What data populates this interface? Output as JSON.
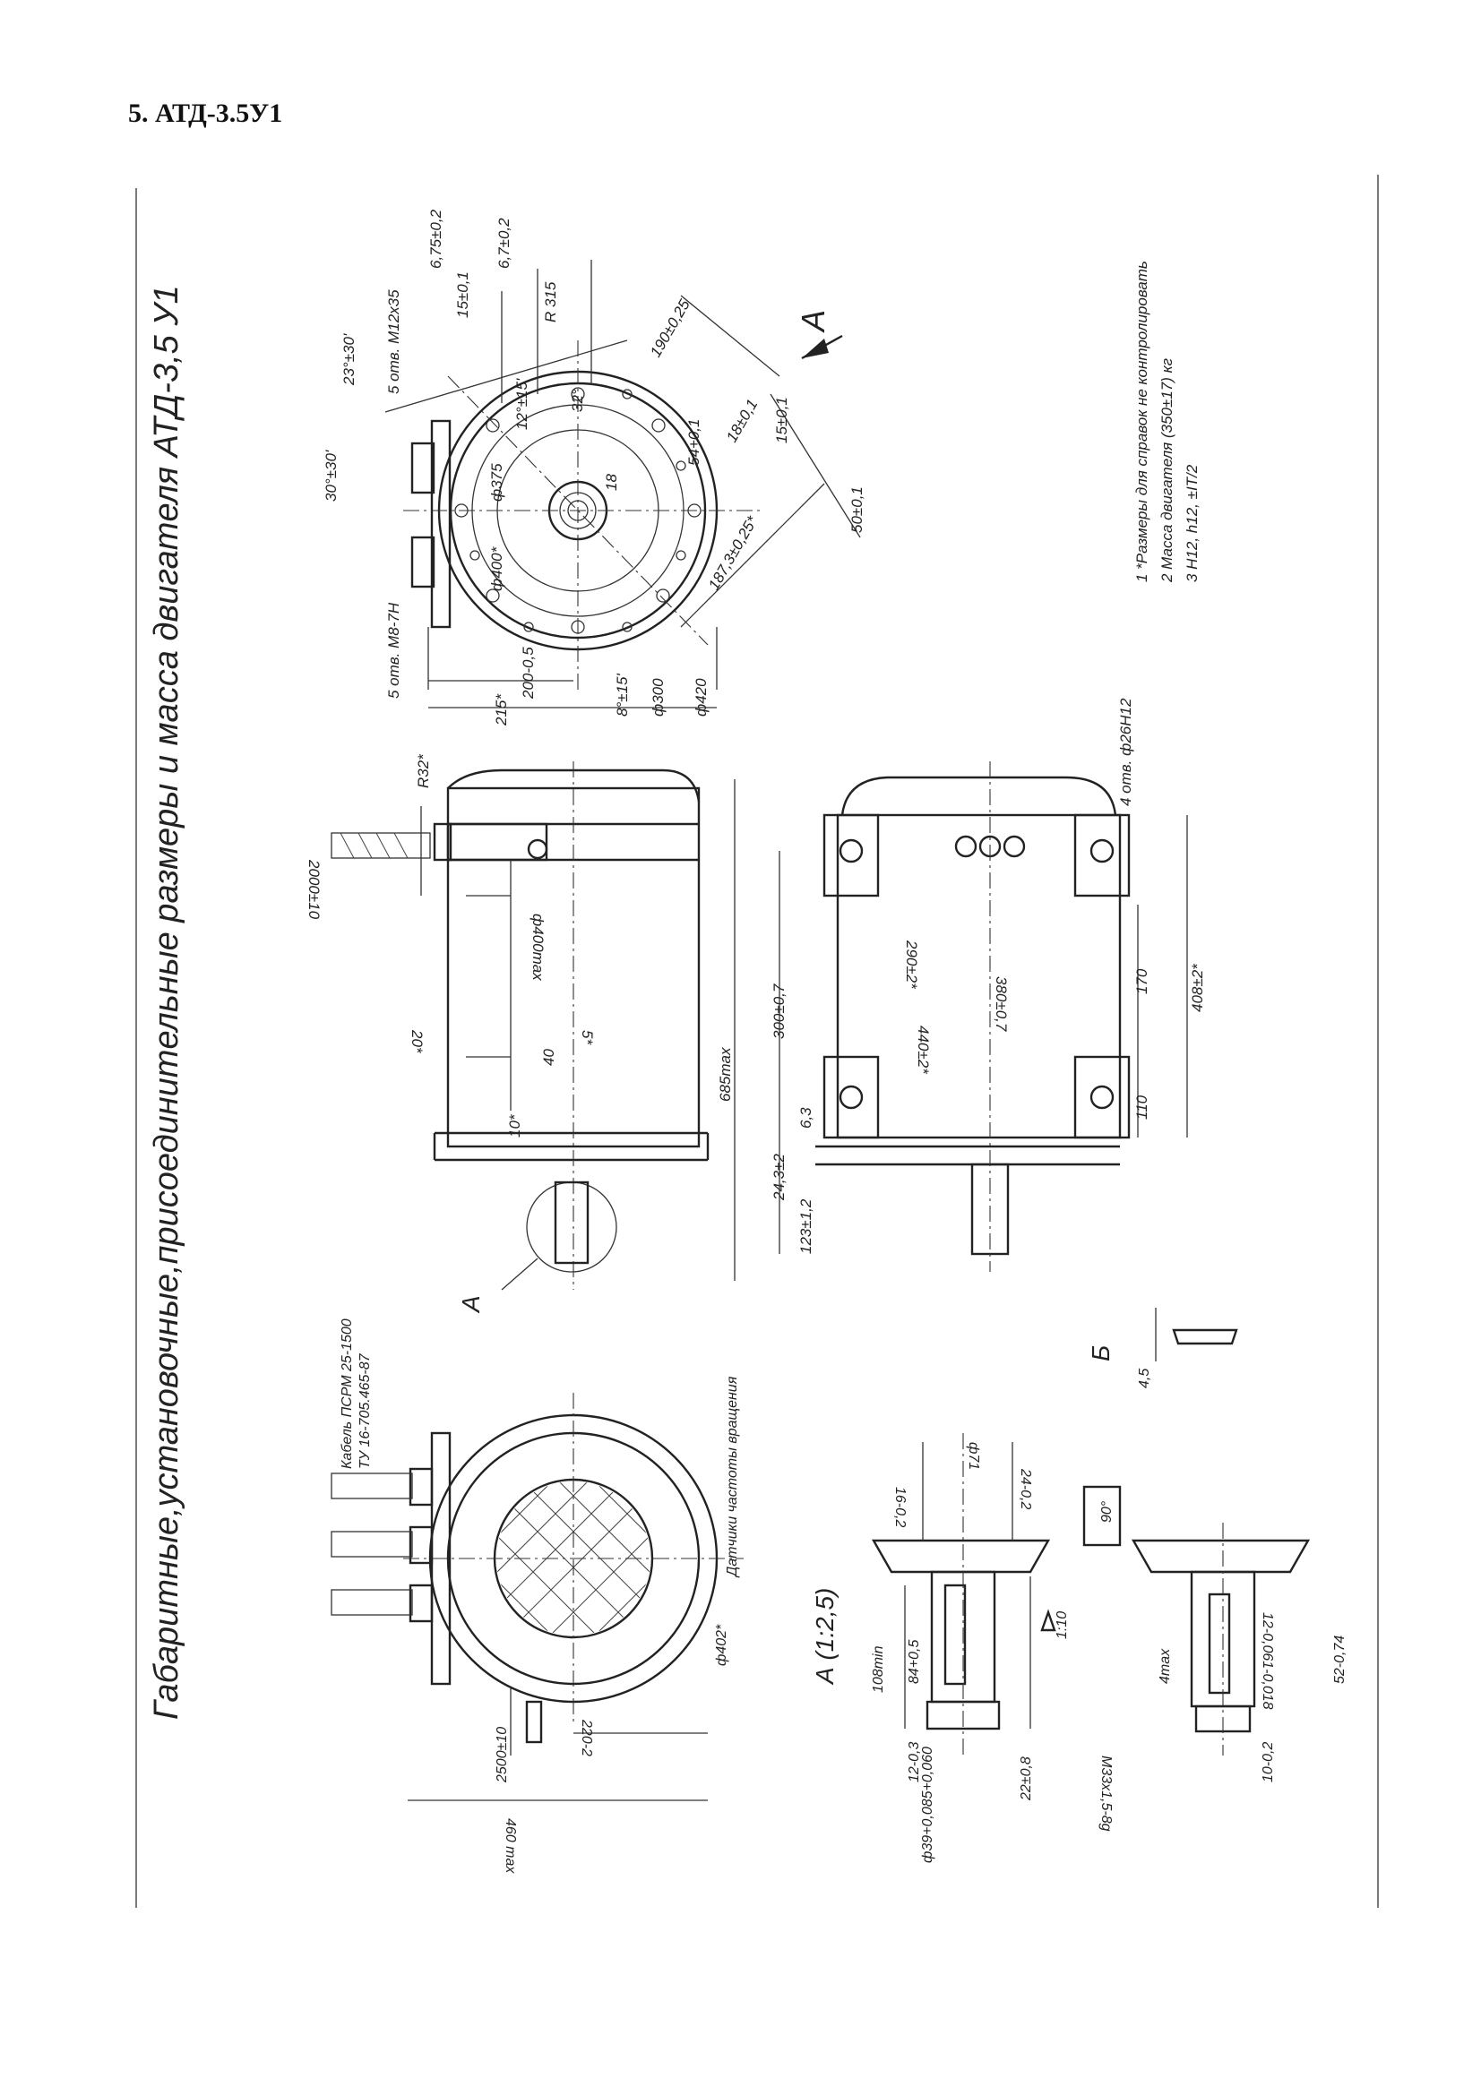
{
  "document": {
    "heading": "5. АТД-3.5У1"
  },
  "drawing": {
    "title": "Габаритные,установочные,присоединительные размеры и масса двигателя АТД-3,5 У1",
    "notes": [
      "1  *Размеры для справок не контролировать",
      "2  Масса двигателя (350±17) кг",
      "3  H12, h12, ±IT/2"
    ],
    "view_labels": {
      "view_a_arrow": "А",
      "detail_a": "А (1:2,5)",
      "detail_b": "Б",
      "view_a_ref": "А"
    },
    "end_view_dims": [
      "30°±30'",
      "23°±30'",
      "5 отв. М12х35",
      "6,75±0,2",
      "6,7±0,2",
      "15±0,1",
      "R 315",
      "12°±15'",
      "32°",
      "190±0,25",
      "18±0,1",
      "54+0,1",
      "15±0,1",
      "50±0,1",
      "ф400*",
      "ф375",
      "18",
      "187,3±0,25*",
      "5 отв. М8-7Н",
      "200-0,5",
      "215*",
      "8°±15'",
      "ф300",
      "ф420"
    ],
    "side_view_dims": [
      "R32*",
      "2000±10",
      "ф400max",
      "20*",
      "5*",
      "40",
      "10*",
      "685max",
      "300±0,7",
      "24,3±2",
      "123±1,2",
      "6,3"
    ],
    "top_view_dims": [
      "4 отв. ф26Н12",
      "290±2*",
      "380±0,7",
      "440±2*",
      "170",
      "408±2*",
      "110"
    ],
    "front_view_dims": [
      "Кабель ПСРМ 25-1500",
      "ТУ 16-705.465-87",
      "Датчики частоты вращения",
      "ф402*",
      "220-2",
      "2500±10",
      "460 max"
    ],
    "detail_a_dims": [
      "ф71",
      "24-0,2",
      "16-0,2",
      "90°",
      "1:10",
      "108min",
      "84+0,5",
      "12-0,3",
      "22±0,8",
      "ф39+0,085+0,060"
    ],
    "detail_b_dims": [
      "4,5",
      "4max",
      "12-0,061-0,018",
      "52-0,74",
      "10-0,2",
      "М33х1,5-8g"
    ]
  }
}
